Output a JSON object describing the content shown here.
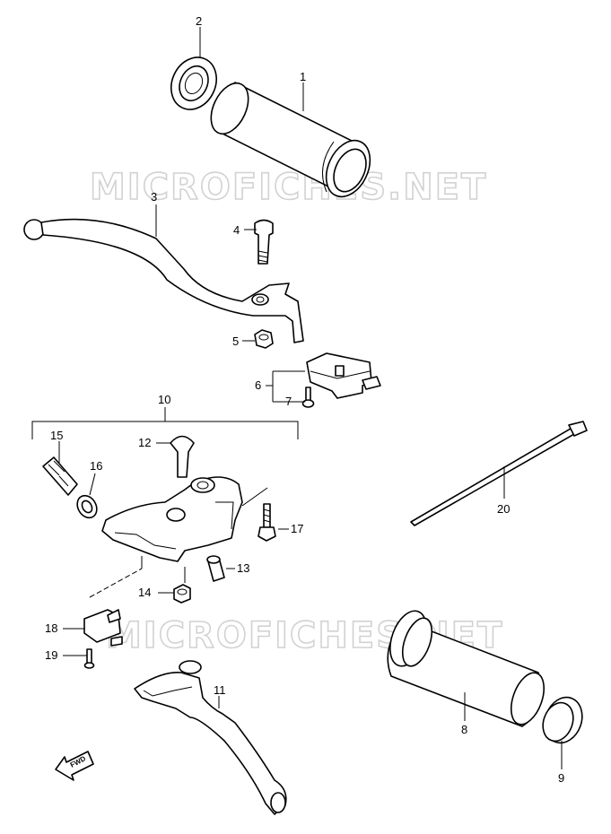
{
  "watermark": {
    "text": "MICROFICHES.NET"
  },
  "fwd_badge": "FWD",
  "callouts": [
    {
      "id": "c1",
      "number": "1"
    },
    {
      "id": "c2",
      "number": "2"
    },
    {
      "id": "c3",
      "number": "3"
    },
    {
      "id": "c4",
      "number": "4"
    },
    {
      "id": "c5",
      "number": "5"
    },
    {
      "id": "c6",
      "number": "6"
    },
    {
      "id": "c7",
      "number": "7"
    },
    {
      "id": "c8",
      "number": "8"
    },
    {
      "id": "c9",
      "number": "9"
    },
    {
      "id": "c10",
      "number": "10"
    },
    {
      "id": "c11",
      "number": "11"
    },
    {
      "id": "c12",
      "number": "12"
    },
    {
      "id": "c13",
      "number": "13"
    },
    {
      "id": "c14",
      "number": "14"
    },
    {
      "id": "c15",
      "number": "15"
    },
    {
      "id": "c16",
      "number": "16"
    },
    {
      "id": "c17",
      "number": "17"
    },
    {
      "id": "c18",
      "number": "18"
    },
    {
      "id": "c19",
      "number": "19"
    },
    {
      "id": "c20",
      "number": "20"
    }
  ]
}
